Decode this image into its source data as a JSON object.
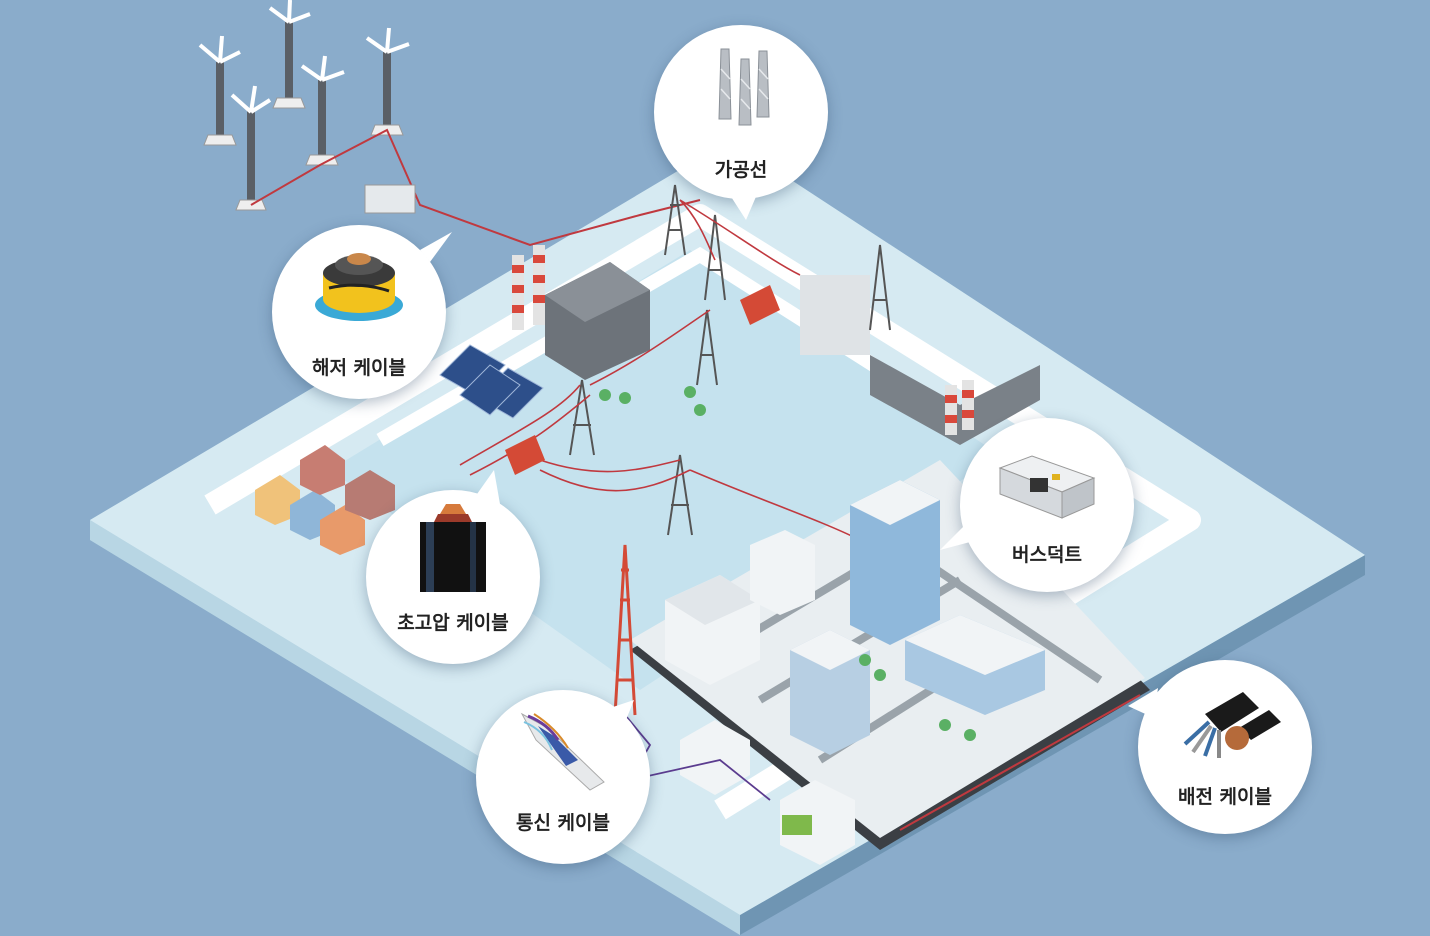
{
  "callouts": {
    "overhead_line": "가공선",
    "submarine_cable": "해저 케이블",
    "busduct": "버스덕트",
    "ehv_cable": "초고압 케이블",
    "distribution_cable": "배전 케이블",
    "telecom_cable": "통신 케이블"
  },
  "colors": {
    "background": "#8aaccb",
    "ground": "#d6eaf2",
    "road": "#ffffff",
    "power_line": "#c0393f",
    "telecom_line": "#5b3c8f"
  }
}
